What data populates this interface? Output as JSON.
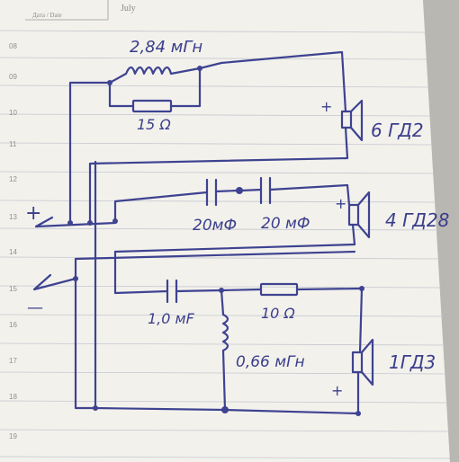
{
  "header": {
    "date_label": "Дата / Date",
    "month": "July"
  },
  "line_numbers": [
    "08",
    "09",
    "10",
    "11",
    "12",
    "13",
    "14",
    "15",
    "16",
    "17",
    "18",
    "19"
  ],
  "components": {
    "inductor_top": "2,84 мГн",
    "resistor_top": "15 Ω",
    "speaker_top": "6 ГД2",
    "capacitor_mid_a": "20мФ",
    "capacitor_mid_b": "20 мФ",
    "speaker_mid": "4 ГД28",
    "capacitor_low": "1,0 мF",
    "resistor_low": "10 Ω",
    "inductor_low": "0,66 мГн",
    "speaker_low": "1ГД3"
  },
  "polarity": {
    "input_plus": "+",
    "input_minus": "—",
    "speaker_top_plus": "+",
    "speaker_mid_plus": "+",
    "speaker_low_plus": "+"
  },
  "colors": {
    "ink": "#3e4391",
    "paper": "#f3f1ec",
    "rule": "#bfc4cc"
  }
}
